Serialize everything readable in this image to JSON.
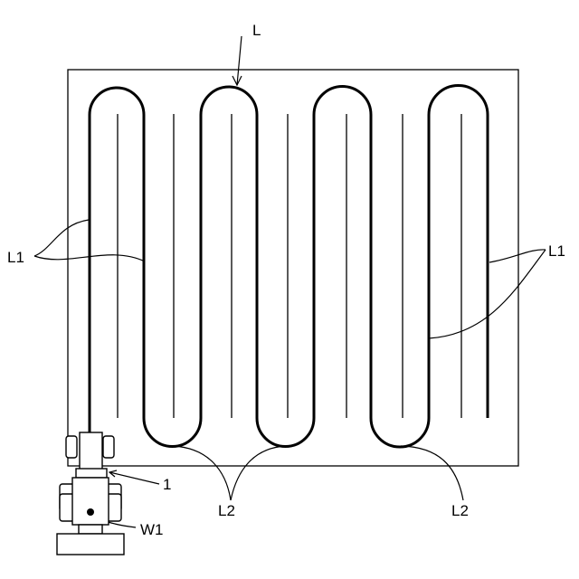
{
  "labels": {
    "route": "L",
    "straight_a": "L1",
    "straight_b": "L1",
    "turn_a": "L2",
    "turn_b": "L2",
    "machine": "1",
    "work_unit": "W1"
  }
}
